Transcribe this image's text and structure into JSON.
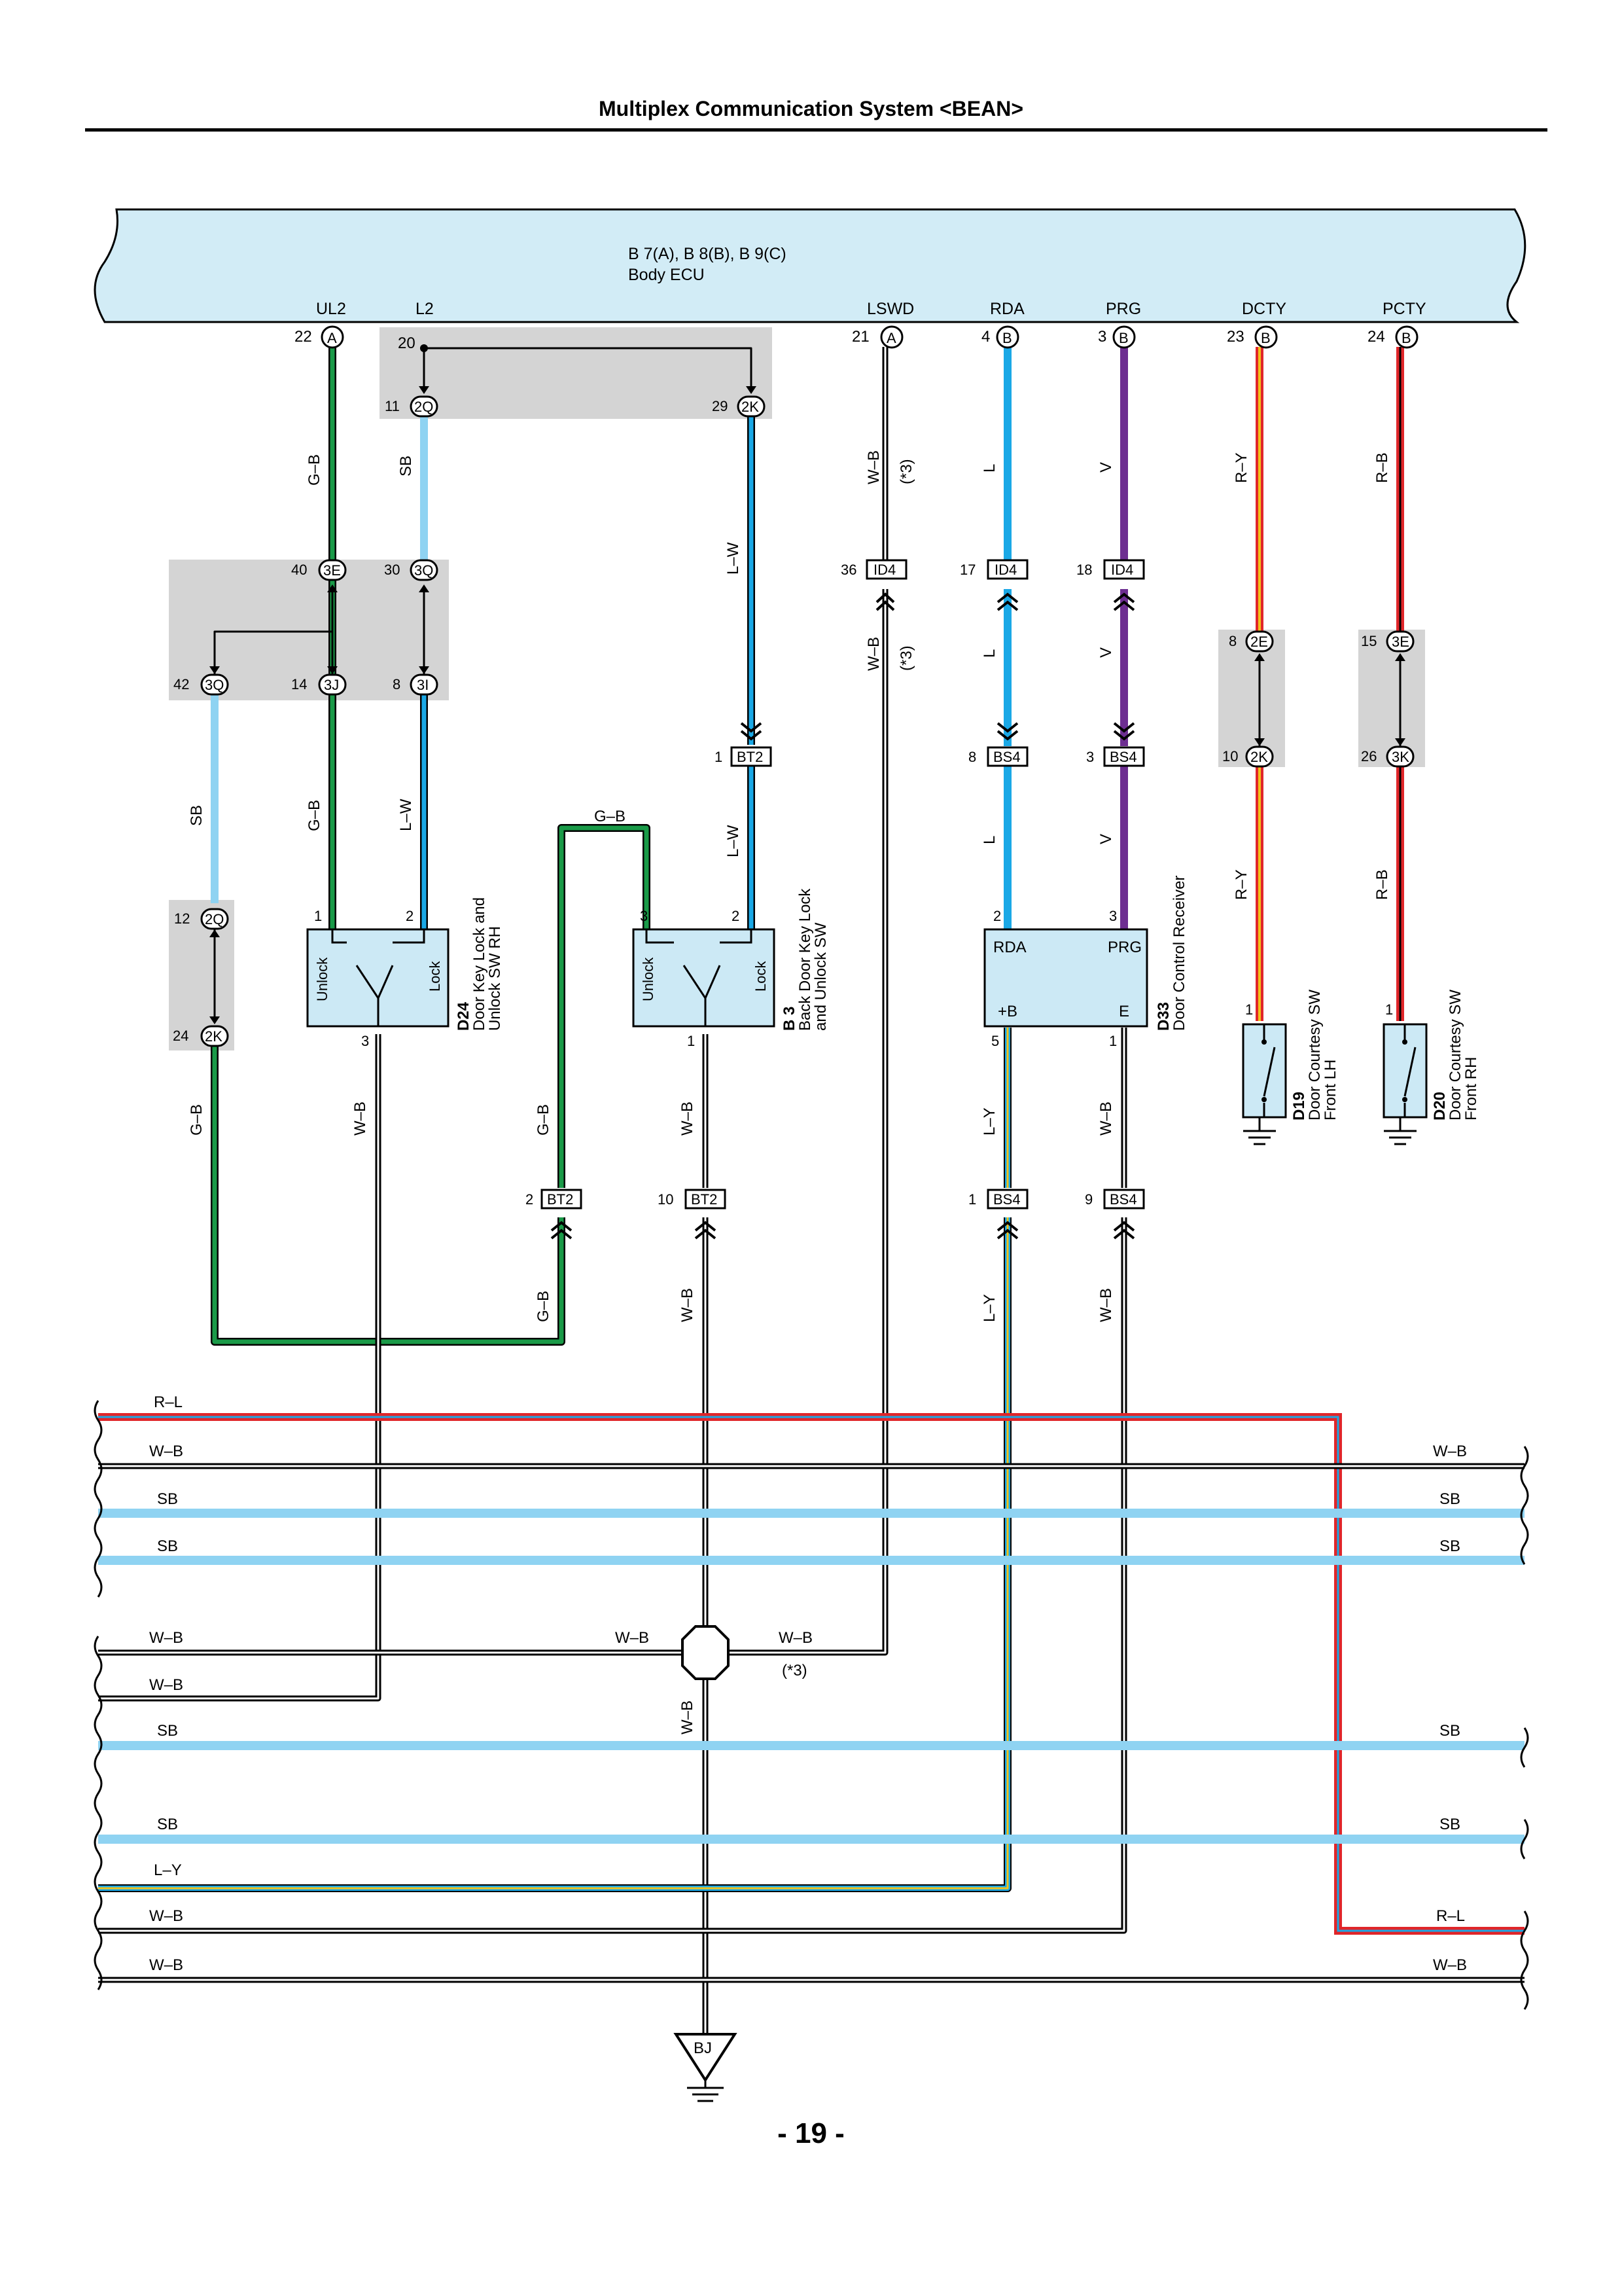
{
  "page": {
    "title": "Multiplex Communication System <BEAN>",
    "number": "- 19 -"
  },
  "ecu": {
    "refs": "B 7(A), B 8(B), B 9(C)",
    "name": "Body ECU",
    "pins": [
      {
        "label": "UL2",
        "num": "22",
        "conn": "A"
      },
      {
        "label": "L2",
        "num": "20",
        "conn": ""
      },
      {
        "label": "LSWD",
        "num": "21",
        "conn": "A"
      },
      {
        "label": "RDA",
        "num": "4",
        "conn": "B"
      },
      {
        "label": "PRG",
        "num": "3",
        "conn": "B"
      },
      {
        "label": "DCTY",
        "num": "23",
        "conn": "B"
      },
      {
        "label": "PCTY",
        "num": "24",
        "conn": "B"
      }
    ]
  },
  "junction_connectors": [
    {
      "num": "11",
      "name": "2Q"
    },
    {
      "num": "29",
      "name": "2K"
    },
    {
      "num": "40",
      "name": "3E"
    },
    {
      "num": "30",
      "name": "3Q"
    },
    {
      "num": "42",
      "name": "3Q"
    },
    {
      "num": "14",
      "name": "3J"
    },
    {
      "num": "8",
      "name": "3I"
    },
    {
      "num": "12",
      "name": "2Q"
    },
    {
      "num": "24",
      "name": "2K"
    },
    {
      "num": "8",
      "name": "2E"
    },
    {
      "num": "10",
      "name": "2K"
    },
    {
      "num": "15",
      "name": "3E"
    },
    {
      "num": "26",
      "name": "3K"
    }
  ],
  "inline_connectors": [
    {
      "num": "36",
      "name": "ID4"
    },
    {
      "num": "17",
      "name": "ID4"
    },
    {
      "num": "18",
      "name": "ID4"
    },
    {
      "num": "1",
      "name": "BT2"
    },
    {
      "num": "8",
      "name": "BS4"
    },
    {
      "num": "3",
      "name": "BS4"
    },
    {
      "num": "2",
      "name": "BT2"
    },
    {
      "num": "10",
      "name": "BT2"
    },
    {
      "num": "1",
      "name": "BS4"
    },
    {
      "num": "9",
      "name": "BS4"
    }
  ],
  "components": [
    {
      "id": "D24",
      "name": "Door Key Lock and",
      "name2": "Unlock SW RH",
      "pins": [
        "1",
        "2",
        "3"
      ],
      "unlock": "Unlock",
      "lock": "Lock"
    },
    {
      "id": "B 3",
      "name": "Back Door Key Lock",
      "name2": "and Unlock SW",
      "pins": [
        "3",
        "2",
        "1"
      ],
      "unlock": "Unlock",
      "lock": "Lock"
    },
    {
      "id": "D33",
      "name": "Door Control Receiver",
      "pins": [
        "2",
        "3",
        "5",
        "1"
      ],
      "labels": [
        "RDA",
        "PRG",
        "+B",
        "E"
      ]
    },
    {
      "id": "D19",
      "name": "Door Courtesy SW",
      "name2": "Front LH",
      "pins": [
        "1"
      ]
    },
    {
      "id": "D20",
      "name": "Door Courtesy SW",
      "name2": "Front RH",
      "pins": [
        "1"
      ]
    }
  ],
  "ground_point": "BJ",
  "note": "(*3)",
  "wire_colors": {
    "G-B": "G–B",
    "SB": "SB",
    "W-B": "W–B",
    "L": "L",
    "V": "V",
    "R-Y": "R–Y",
    "R-B": "R–B",
    "L-W": "L–W",
    "L-Y": "L–Y",
    "R-L": "R–L"
  },
  "bus_lines": [
    {
      "left": "R–L",
      "right": ""
    },
    {
      "left": "W–B",
      "right": "W–B"
    },
    {
      "left": "SB",
      "right": "SB"
    },
    {
      "left": "SB",
      "right": "SB"
    },
    {
      "left": "W–B",
      "right": "",
      "mid": "W–B",
      "mid2": "W–B"
    },
    {
      "left": "W–B",
      "right": ""
    },
    {
      "left": "SB",
      "right": "SB"
    },
    {
      "left": "SB",
      "right": "SB"
    },
    {
      "left": "L–Y",
      "right": ""
    },
    {
      "left": "W–B",
      "right": "R–L"
    },
    {
      "left": "W–B",
      "right": "W–B"
    }
  ],
  "colors": {
    "ecu_fill": "#d2ecf6",
    "component_fill": "#cce9f5",
    "junction_fill": "#d4d4d4",
    "green": "#1a9a48",
    "sky": "#8fd3f2",
    "blue": "#1aa8e6",
    "violet": "#6d2e91",
    "red": "#e0262a",
    "yellow": "#f2c21a",
    "black": "#222222"
  }
}
